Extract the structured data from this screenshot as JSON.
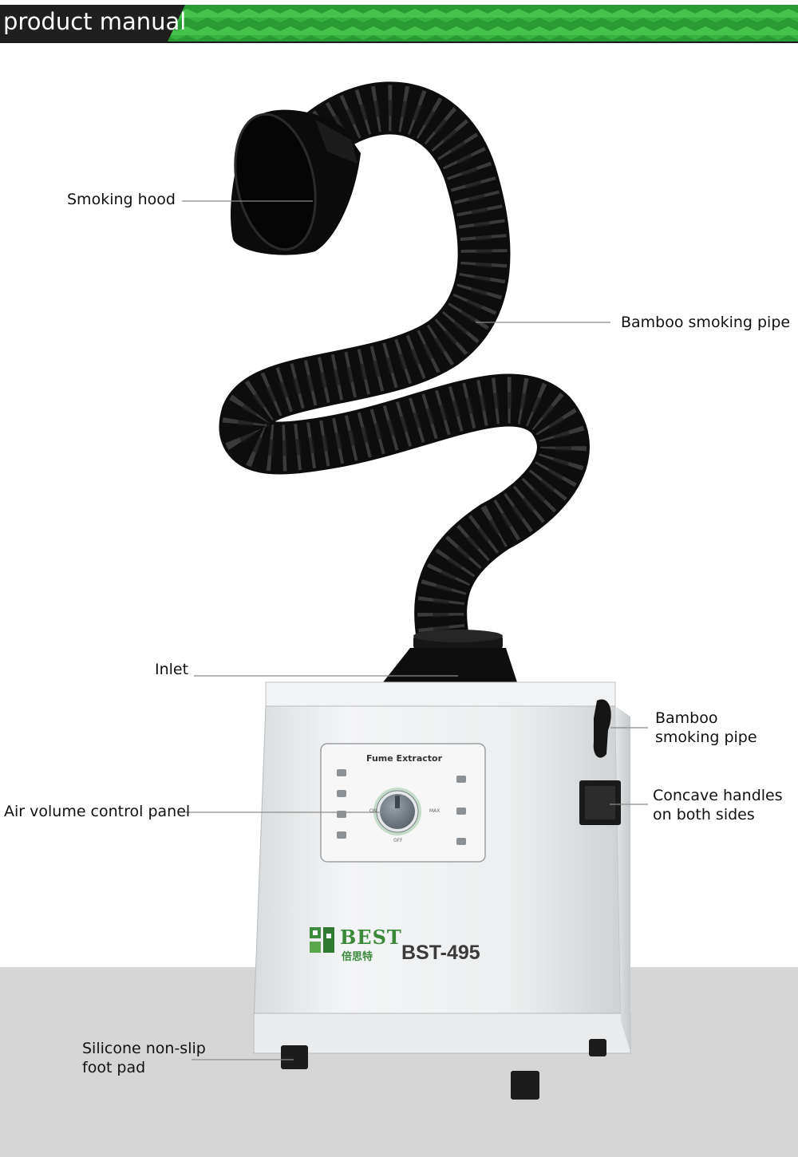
{
  "header": {
    "title": "product manual",
    "accent_color": "#2eaa3a",
    "dark_color": "#1f1f1f"
  },
  "callouts": {
    "smoking_hood": "Smoking hood",
    "bamboo_pipe_top": "Bamboo smoking pipe",
    "inlet": "Inlet",
    "bamboo_pipe_side_line1": "Bamboo",
    "bamboo_pipe_side_line2": "smoking pipe",
    "air_volume": "Air volume control panel",
    "handles_line1": "Concave handles",
    "handles_line2": "on both sides",
    "foot_pad_line1": "Silicone non-slip",
    "foot_pad_line2": "foot pad"
  },
  "device": {
    "panel_title": "Fume Extractor",
    "knob_on": "ON",
    "knob_off": "OFF",
    "knob_max": "MAX",
    "brand": "BEST",
    "brand_cn": "倍思特",
    "model": "BST-495"
  }
}
